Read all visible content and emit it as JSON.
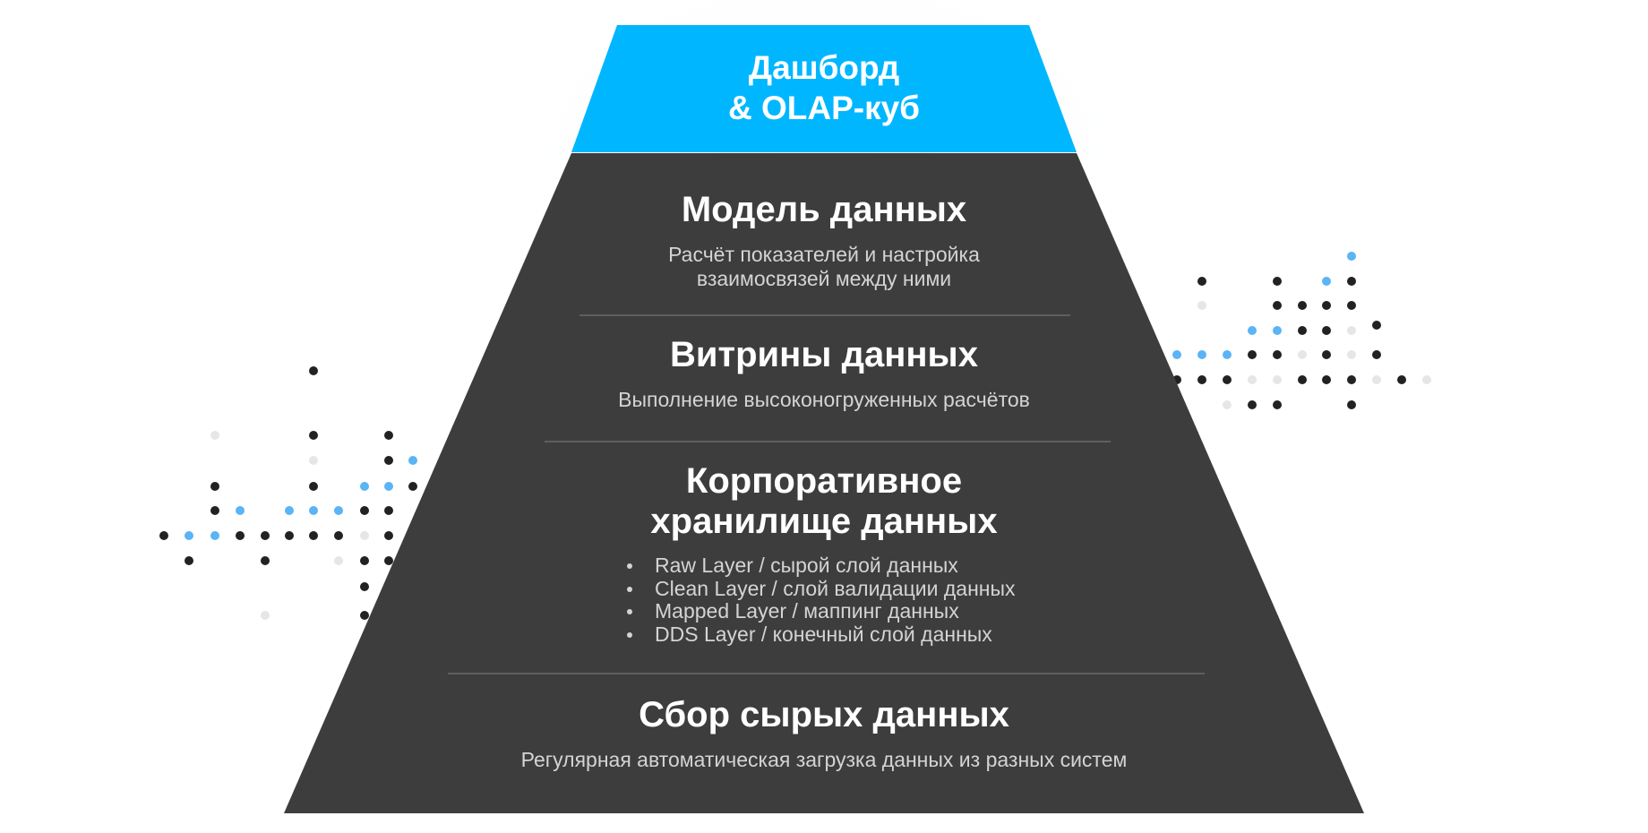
{
  "diagram": {
    "top": {
      "title_line1": "Дашборд",
      "title_line2": "& OLAP-куб"
    },
    "tiers": [
      {
        "title": "Модель данных",
        "subtitle_line1": "Расчёт показателей и настройка",
        "subtitle_line2": "взаимосвязей между ними"
      },
      {
        "title": "Витрины данных",
        "subtitle": "Выполнение высоконогруженных расчётов"
      },
      {
        "title_line1": "Корпоративное",
        "title_line2": "хранилище данных",
        "bullets": [
          "Raw Layer / сырой слой данных",
          "Clean Layer / слой валидации данных",
          "Mapped Layer / маппинг данных",
          "DDS Layer / конечный слой данных"
        ]
      },
      {
        "title": "Сбор сырых данных",
        "subtitle": "Регулярная автоматическая загрузка данных из разных систем"
      }
    ]
  },
  "colors": {
    "apex": "#00b7ff",
    "body": "#3d3d3d",
    "divider": "#6b6b6b",
    "dot_dark": "#222222",
    "dot_blue": "#5ab4f5",
    "dot_light": "#e6e6e6"
  }
}
